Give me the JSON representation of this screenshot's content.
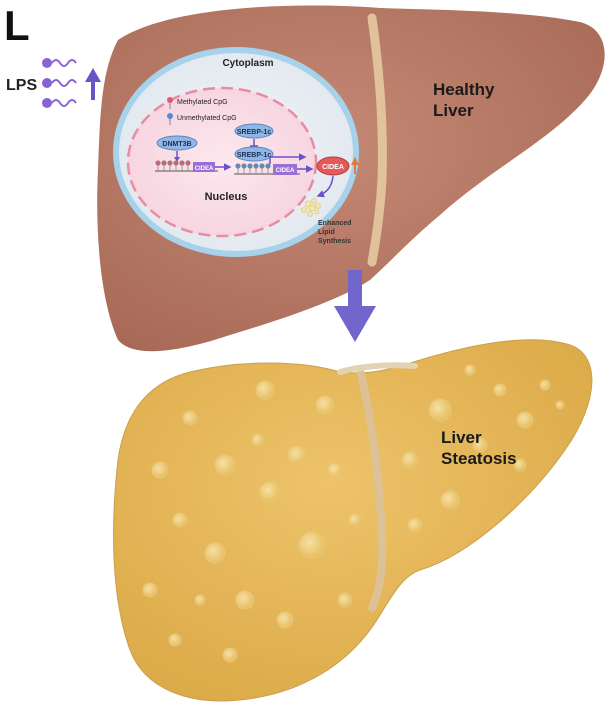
{
  "panel_label": "L",
  "lps": {
    "label": "LPS"
  },
  "cell": {
    "cytoplasm_label": "Cytoplasm",
    "nucleus_label": "Nucleus",
    "legend": {
      "methylated": "Methylated CpG",
      "unmethylated": "Unmethylated CpG"
    },
    "proteins": {
      "dnmt3b": "DNMT3B",
      "srebp_free": "SREBP-1c",
      "srebp_bound": "SREBP-1c",
      "cidea_gene_1": "CIDEA",
      "cidea_gene_2": "CIDEA",
      "cidea_protein": "CIDEA"
    },
    "lipid": [
      "Enhanced",
      "Lipid",
      "Synthesis"
    ]
  },
  "liver_healthy": {
    "line1": "Healthy",
    "line2": "Liver"
  },
  "liver_steatosis": {
    "line1": "Liver",
    "line2": "Steatosis"
  },
  "colors": {
    "healthy_liver": "#b87a66",
    "steatosis_liver": "#e6b85c",
    "arrow": "#7266cc",
    "methylated": "#e05a6e",
    "unmethylated": "#4b8fd0",
    "protein": "#7fa9dc",
    "cidea_gene": "#9a6fd6",
    "cidea_protein": "#e25a5a"
  }
}
